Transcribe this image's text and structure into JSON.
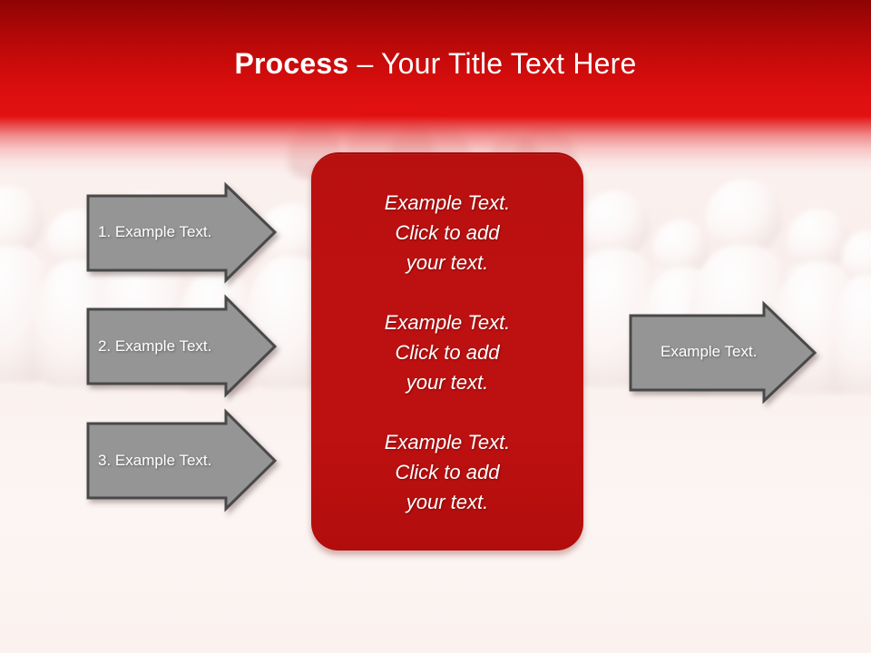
{
  "slide": {
    "title_bold": "Process ",
    "title_rest": "– Your Title Text Here",
    "background_top_color": "#8d0404",
    "background_band_color": "#e21111",
    "background_page_color": "#fbf2f0",
    "accent_red": "#bd1010",
    "arrow_fill": "#959595",
    "arrow_border": "#4a4a4a",
    "text_on_arrow": "#ffffff"
  },
  "left_arrows": [
    {
      "label": "1. Example Text."
    },
    {
      "label": "2. Example Text."
    },
    {
      "label": "3. Example Text."
    }
  ],
  "center_panel": {
    "blocks": [
      "Example Text.\nClick  to add\nyour text.",
      "Example Text.\nClick  to add\nyour text.",
      "Example Text.\nClick  to add\nyour text."
    ]
  },
  "right_arrow": {
    "label": "Example Text."
  }
}
